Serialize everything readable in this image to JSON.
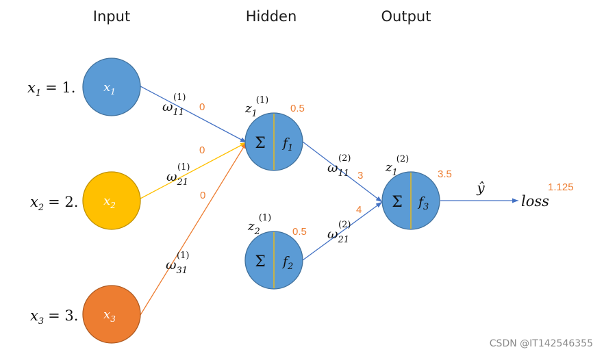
{
  "layers": {
    "input": "Input",
    "hidden": "Hidden",
    "output": "Output"
  },
  "inputs": [
    {
      "name": "x",
      "sub": "1",
      "eq": "= 1."
    },
    {
      "name": "x",
      "sub": "2",
      "eq": "= 2."
    },
    {
      "name": "x",
      "sub": "3",
      "eq": "= 3."
    }
  ],
  "weights_l1": [
    {
      "w": "ω",
      "sub": "11",
      "sup": "(1)",
      "value": "0"
    },
    {
      "w": "ω",
      "sub": "21",
      "sup": "(1)",
      "value": "0"
    },
    {
      "w": "ω",
      "sub": "31",
      "sup": "(1)",
      "value": "0"
    }
  ],
  "hidden": [
    {
      "z": "z",
      "sub": "1",
      "sup": "(1)",
      "value": "0.5",
      "sigma": "Σ",
      "f": "f",
      "fsub": "1"
    },
    {
      "z": "z",
      "sub": "2",
      "sup": "(1)",
      "value": "0.5",
      "sigma": "Σ",
      "f": "f",
      "fsub": "2"
    }
  ],
  "weights_l2": [
    {
      "w": "ω",
      "sub": "11",
      "sup": "(2)",
      "value": "3"
    },
    {
      "w": "ω",
      "sub": "21",
      "sup": "(2)",
      "value": "4"
    }
  ],
  "output": {
    "z": "z",
    "sub": "1",
    "sup": "(2)",
    "value": "3.5",
    "sigma": "Σ",
    "f": "f",
    "fsub": "3"
  },
  "yhat": "ŷ",
  "loss": {
    "label": "loss",
    "value": "1.125"
  },
  "watermark": "CSDN @IT142546355",
  "colors": {
    "blue": "#5b9bd5",
    "yellow": "#ffc000",
    "orange": "#ed7d31",
    "edge_blue": "#4472c4",
    "node_stroke": "#41719c",
    "divider": "#ffc000"
  }
}
